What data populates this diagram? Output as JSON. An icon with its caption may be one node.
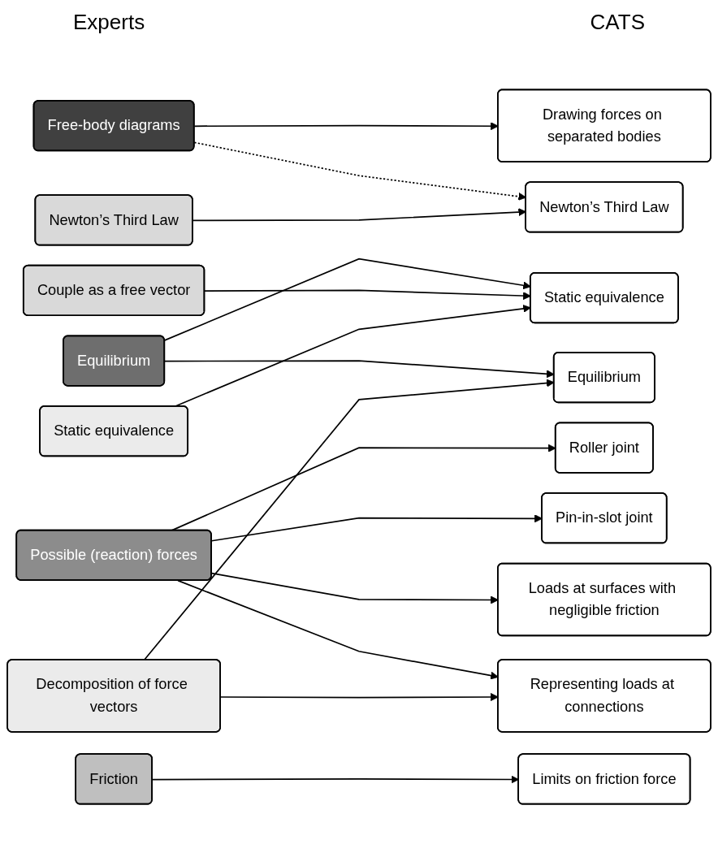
{
  "diagram": {
    "nodes": [
      {
        "text": [
          "Free-body diagrams"
        ]
      },
      {
        "text": [
          "Equilibrium"
        ]
      },
      {
        "text": [
          "Possible (reaction) forces"
        ]
      },
      {
        "text": [
          "Friction"
        ]
      },
      {
        "text": [
          "Newton’s Third Law"
        ]
      },
      {
        "text": [
          "Couple as a free vector"
        ]
      },
      {
        "text": [
          "Static equivalence"
        ]
      },
      {
        "text": [
          "Decomposition of force vectors"
        ]
      },
      {
        "text": [
          "Drawing forces on separated bodies"
        ]
      },
      {
        "text": [
          "Newton’s Third Law"
        ]
      },
      {
        "text": [
          "Static equivalence"
        ]
      },
      {
        "text": [
          "Roller joint"
        ]
      },
      {
        "text": [
          "Pin-in-slot joint"
        ]
      },
      {
        "text": [
          "Loads at surfaces with negligible friction"
        ]
      },
      {
        "text": [
          "Representing loads at connections"
        ]
      },
      {
        "text": [
          "Limits on friction force"
        ]
      },
      {
        "text": [
          "Equilibrium"
        ]
      }
    ],
    "edges": [
      {
        "from": 0,
        "to": 8,
        "arrow": "to"
      },
      {
        "from": 0,
        "to": 9,
        "arrow": "to",
        "style": "dashed"
      },
      {
        "from": 1,
        "to": 10,
        "arrow": "to"
      },
      {
        "from": 1,
        "to": 16,
        "arrow": "to"
      },
      {
        "from": 2,
        "to": 11,
        "arrow": "to"
      },
      {
        "from": 2,
        "to": 12,
        "arrow": "to"
      },
      {
        "from": 2,
        "to": 13,
        "arrow": "to"
      },
      {
        "from": 2,
        "to": 14,
        "arrow": "to"
      },
      {
        "from": 3,
        "to": 15,
        "arrow": "to"
      },
      {
        "from": 4,
        "to": 9,
        "arrow": "to"
      },
      {
        "from": 5,
        "to": 10,
        "arrow": "to"
      },
      {
        "from": 6,
        "to": 10,
        "arrow": "to"
      },
      {
        "from": 7,
        "to": 14,
        "arrow": "to"
      },
      {
        "from": 7,
        "to": 16,
        "arrow": "to"
      }
    ],
    "labels": [
      "Experts",
      "CATS"
    ]
  }
}
